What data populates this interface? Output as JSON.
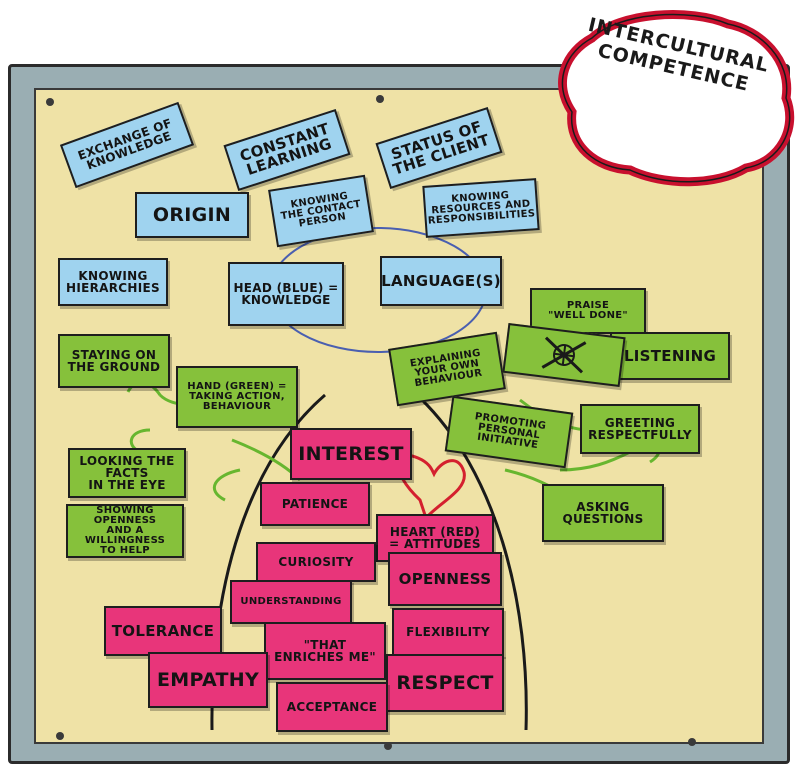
{
  "title": "INTERCULTURAL\nCOMPETENCE",
  "colors": {
    "blue": "#9fd3ef",
    "green": "#86c13b",
    "pink": "#e8357a",
    "board": "#efe2a6",
    "frame": "#9aaeb3",
    "badge": "#c8102e"
  },
  "blue_cards": {
    "exchange": "EXCHANGE OF\nKNOWLEDGE",
    "learning": "CONSTANT\nLEARNING",
    "status": "STATUS OF\nTHE CLIENT",
    "origin": "ORIGIN",
    "contact": "KNOWING\nTHE CONTACT\nPERSON",
    "resources": "KNOWING\nRESOURCES AND\nRESPONSIBILITIES",
    "hierarchies": "KNOWING\nHIERARCHIES",
    "head": "HEAD (BLUE) =\nKNOWLEDGE",
    "languages": "LANGUAGE(S)"
  },
  "green_cards": {
    "praise": "PRAISE\n\"WELL DONE\"",
    "listening": "LISTENING",
    "staying": "STAYING ON\nTHE GROUND",
    "hand": "HAND (GREEN) =\nTAKING ACTION,\nBEHAVIOUR",
    "explaining": "EXPLAINING\nYOUR OWN\nBEHAVIOUR",
    "promoting": "PROMOTING\nPERSONAL\nINITIATIVE",
    "greeting": "GREETING\nRESPECTFULLY",
    "facts": "LOOKING THE FACTS\nIN THE EYE",
    "asking": "ASKING\nQUESTIONS",
    "openness_help": "SHOWING OPENNESS\nAND A WILLINGNESS\nTO HELP"
  },
  "pink_cards": {
    "interest": "INTEREST",
    "patience": "PATIENCE",
    "heart": "HEART (RED)\n= ATTITUDES",
    "curiosity": "CURIOSITY",
    "openness": "OPENNESS",
    "understanding": "UNDERSTANDING",
    "tolerance": "TOLERANCE",
    "flexibility": "FLEXIBILITY",
    "enriches": "\"THAT\nENRICHES ME\"",
    "empathy": "EMPATHY",
    "respect": "RESPECT",
    "acceptance": "ACCEPTANCE"
  }
}
